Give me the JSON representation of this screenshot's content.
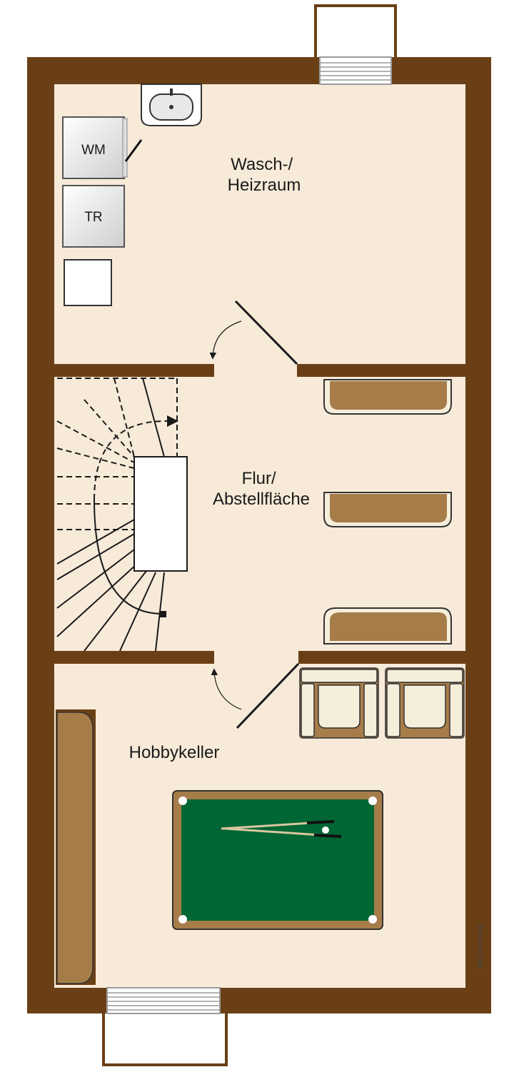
{
  "plan": {
    "rooms": [
      {
        "id": "utility",
        "label_lines": [
          "Wasch-/",
          "Heizraum"
        ]
      },
      {
        "id": "hall",
        "label_lines": [
          "Flur/",
          "Abstellfläche"
        ]
      },
      {
        "id": "hobby",
        "label_lines": [
          "Hobbykeller"
        ]
      }
    ],
    "appliances": {
      "washer": "WM",
      "dryer": "TR"
    },
    "credit": "McGrundriss"
  },
  "colors": {
    "wall": "#6b3f16",
    "floor": "#f7ead8",
    "furniture_wood": "#a67c49",
    "furniture_wood_light": "#f5eedb",
    "billiard_felt": "#006633",
    "billiard_rail": "#a67c49",
    "window_frame": "#9a9a9a"
  }
}
